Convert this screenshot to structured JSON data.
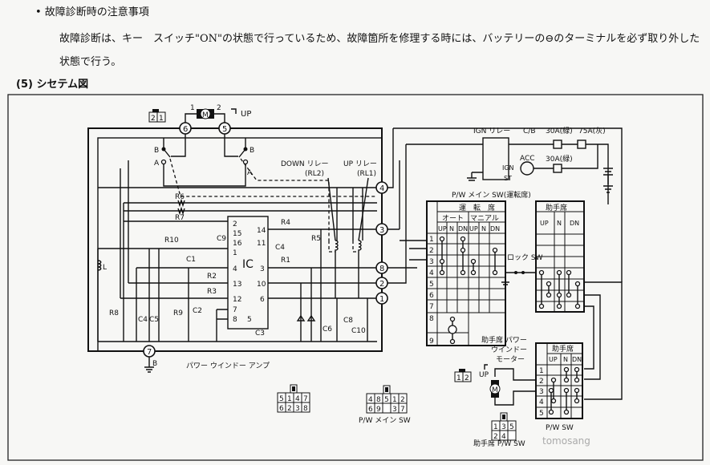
{
  "notice": {
    "title": "• 故障診断時の注意事項",
    "body": "故障診断は、キー　スイッチ\"ON\"の状態で行っているため、故障箇所を修理する時には、バッテリーの⊖のターミナルを必ず取り外した状態で行う。"
  },
  "section": {
    "title": "(5)  シセテム図"
  },
  "diagram": {
    "amp": {
      "label": "パワー ウインドー アンプ",
      "ic_label": "IC",
      "terminals": [
        "6",
        "5",
        "4",
        "3",
        "8",
        "2",
        "1",
        "7"
      ],
      "ic_pins_left": [
        "2",
        "15",
        "16",
        "1",
        "4",
        "13",
        "12",
        "7",
        "8"
      ],
      "ic_pins_right": [
        "14",
        "11",
        "3",
        "10",
        "6"
      ],
      "ic_pin_bottom": "5",
      "components": [
        "R1",
        "R2",
        "R3",
        "R4",
        "R5",
        "R6",
        "R7",
        "R8",
        "R9",
        "R10",
        "C1",
        "C2",
        "C3",
        "C4",
        "C5",
        "C4",
        "C6",
        "C8",
        "C9",
        "C10",
        "L"
      ],
      "switch_labels": [
        "A",
        "B",
        "A",
        "B"
      ],
      "ground_label": "B",
      "down_relay": "DOWN リレー",
      "down_relay_code": "(RL2)",
      "up_relay": "UP リレー",
      "up_relay_code": "(RL1)"
    },
    "driver_motor": {
      "pin1": "1",
      "pin2": "2",
      "symbol": "M",
      "direction": "UP",
      "connector": [
        "2",
        "1"
      ]
    },
    "ignition": {
      "relay": "IGN リレー",
      "cb": "C/B",
      "fuse1": "30A(緑)",
      "fuse2": "75A(灰)",
      "fuse3": "30A(緑)",
      "acc": "ACC",
      "ign": "IGN",
      "st": "ST"
    },
    "main_sw": {
      "title": "P/W メイン SW(運転席)",
      "driver_header": "運　転　席",
      "auto": "オート",
      "manual": "マニアル",
      "cols": [
        "UP",
        "N",
        "DN",
        "UP",
        "N",
        "DN"
      ],
      "rows": [
        "1",
        "2",
        "3",
        "4",
        "5",
        "6",
        "7",
        "8",
        "9"
      ],
      "passenger_header": "助手席",
      "passenger_cols": [
        "UP",
        "N",
        "DN"
      ],
      "lock_sw": "ロック SW"
    },
    "passenger_sw": {
      "motor_label_1": "助手席 パワー",
      "motor_label_2": "ウインドー",
      "motor_label_3": "モーター",
      "header": "助手席",
      "cols": [
        "UP",
        "N",
        "DN"
      ],
      "rows": [
        "1",
        "2",
        "3",
        "4",
        "5"
      ],
      "label": "P/W SW",
      "direction": "UP",
      "motor": "M",
      "motor_connector": [
        "1",
        "2"
      ]
    },
    "connectors": {
      "amp_connector": [
        [
          "5",
          "1",
          "4",
          "7"
        ],
        [
          "6",
          "2",
          "3",
          "8"
        ]
      ],
      "main_sw_connector": [
        [
          "4",
          "8",
          "5",
          "1",
          "2"
        ],
        [
          "6",
          "9",
          "",
          "3",
          "7"
        ]
      ],
      "main_sw_label": "P/W メイン SW",
      "passenger_sw_connector": [
        [
          "1",
          "3",
          "5"
        ],
        [
          "2",
          "4",
          ""
        ]
      ],
      "passenger_sw_label": "助手席 P/W SW"
    },
    "watermark": "tomosang"
  }
}
